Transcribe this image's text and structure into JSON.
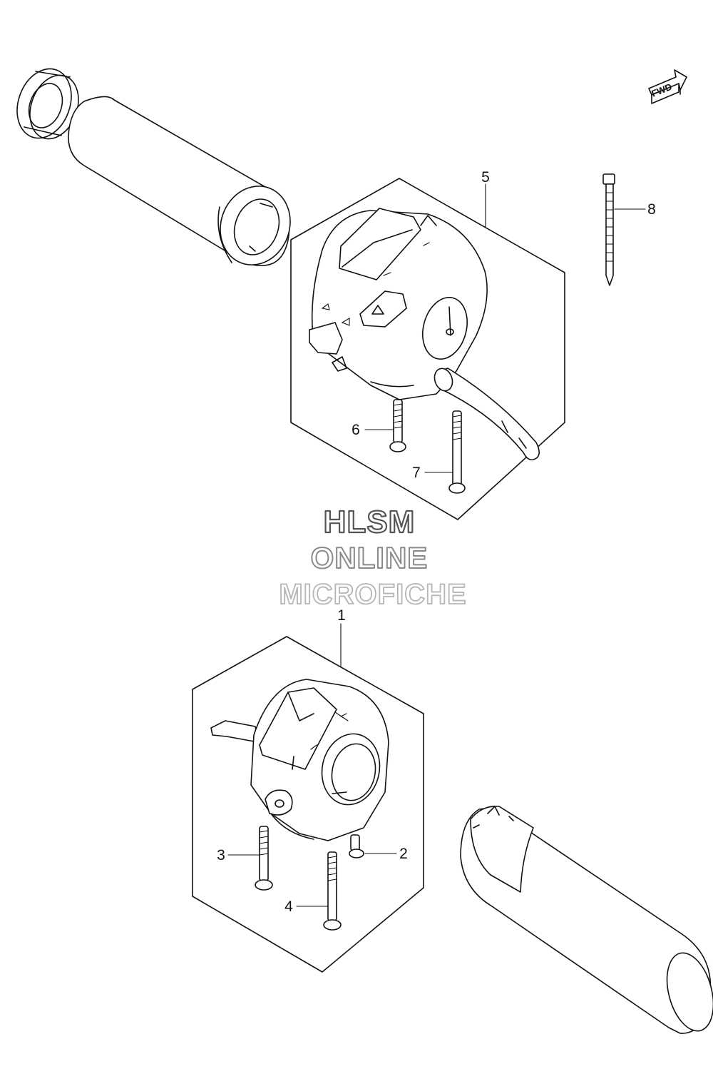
{
  "diagram": {
    "callouts": [
      {
        "id": "1",
        "label": "1"
      },
      {
        "id": "2",
        "label": "2"
      },
      {
        "id": "3",
        "label": "3"
      },
      {
        "id": "4",
        "label": "4"
      },
      {
        "id": "5",
        "label": "5"
      },
      {
        "id": "6",
        "label": "6"
      },
      {
        "id": "7",
        "label": "7"
      },
      {
        "id": "8",
        "label": "8"
      }
    ],
    "fwd_label": "FWD",
    "watermark": [
      "HLSM",
      "ONLINE",
      "MICROFICHE"
    ],
    "colors": {
      "line": "#111111",
      "background": "#ffffff",
      "watermark_1": "#555555",
      "watermark_2": "#8a8a8a",
      "watermark_3": "#b5b5b5"
    }
  }
}
